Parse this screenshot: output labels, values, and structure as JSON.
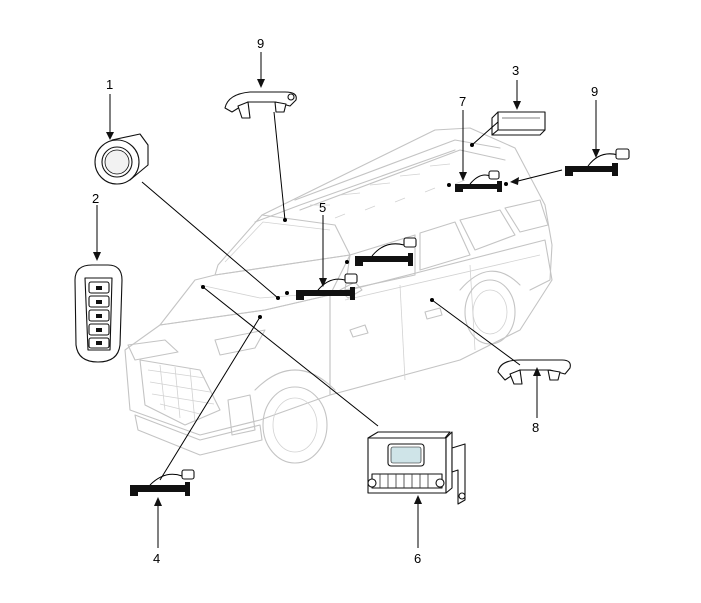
{
  "callouts": [
    {
      "id": "1",
      "label": "1"
    },
    {
      "id": "2",
      "label": "2"
    },
    {
      "id": "3",
      "label": "3"
    },
    {
      "id": "4",
      "label": "4"
    },
    {
      "id": "5",
      "label": "5"
    },
    {
      "id": "6",
      "label": "6"
    },
    {
      "id": "7",
      "label": "7"
    },
    {
      "id": "8",
      "label": "8"
    },
    {
      "id": "9a",
      "label": "9"
    },
    {
      "id": "9b",
      "label": "9"
    }
  ]
}
